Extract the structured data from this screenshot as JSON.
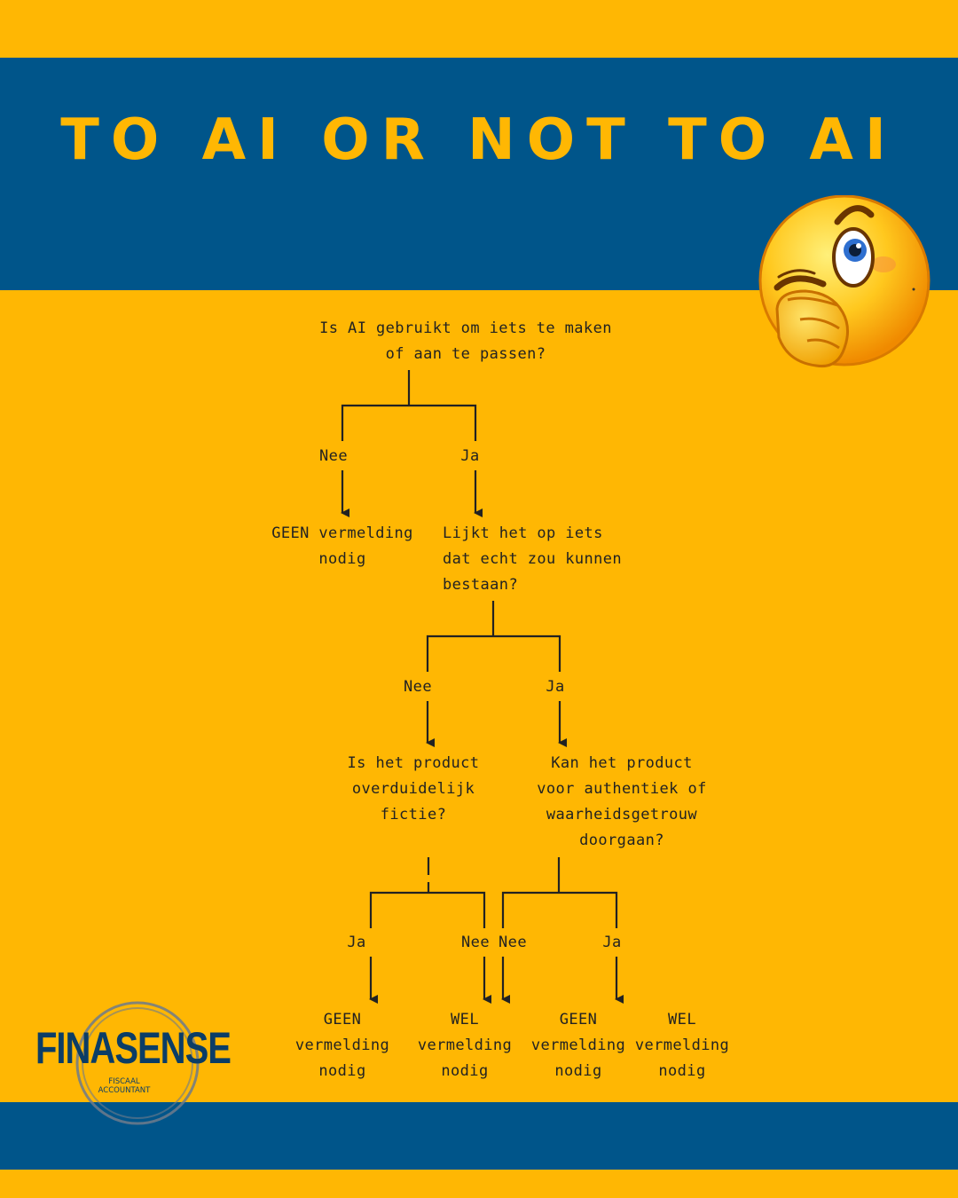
{
  "title": "TO AI OR NOT TO AI",
  "colors": {
    "background": "#FFB703",
    "band": "#00558A",
    "lines": "#222222",
    "logo": "#0B3D66"
  },
  "flowchart": {
    "q1": "Is AI gebruikt om iets te maken\nof aan te passen?",
    "q1_no": "Nee",
    "q1_yes": "Ja",
    "q1_no_result": "GEEN vermelding\nnodig",
    "q2": "Lijkt het op iets\ndat echt zou kunnen\nbestaan?",
    "q2_no": "Nee",
    "q2_yes": "Ja",
    "q3": "Is het product\noverduidelijk\nfictie?",
    "q4": "Kan het product\nvoor authentiek of\nwaarheidsgetrouw\ndoorgaan?",
    "q3_yes": "Ja",
    "q3_no": "Nee",
    "q4_no": "Nee",
    "q4_yes": "Ja",
    "r1": "GEEN\nvermelding\nnodig",
    "r2": "WEL\nvermelding\nnodig",
    "r3": "GEEN\nvermelding\nnodig",
    "r4": "WEL\nvermelding\nnodig"
  },
  "emoji_icon": "thinking-winking-face-icon",
  "logo": {
    "name": "FinaSense",
    "word": "FINASENSE",
    "subtitle": "FISCAAL\nACCOUNTANT"
  }
}
